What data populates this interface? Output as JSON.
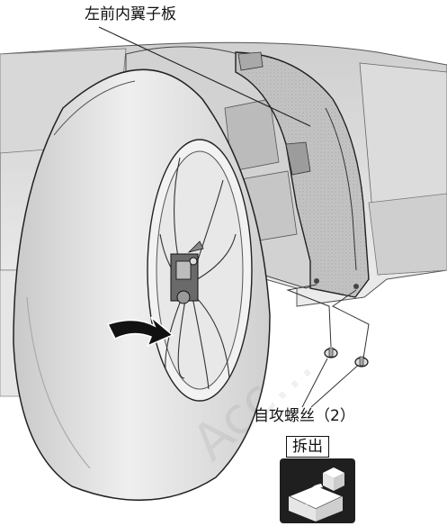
{
  "labels": {
    "part_name": "左前内翼子板",
    "screws": "自攻螺丝（2）",
    "action": "拆出"
  },
  "watermark": "Acc…",
  "colors": {
    "body_panel": "#e4e4e4",
    "tire": "#dcdcdc",
    "liner": "#bdbdbd",
    "outline": "#222222",
    "arrow": "#111111",
    "icon_bg": "#1f1f1f"
  },
  "icons": [
    "remove-part-icon",
    "rotate-arrow-icon",
    "screw-icon"
  ]
}
